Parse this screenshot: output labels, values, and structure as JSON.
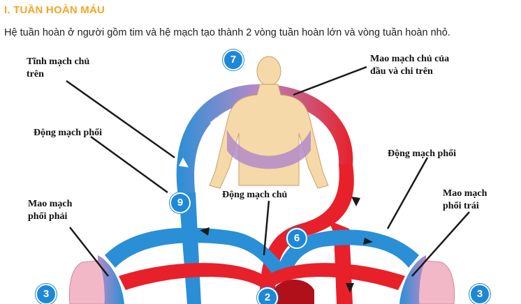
{
  "section": {
    "heading": "I. TUẦN HOÀN MÁU",
    "intro": "Hệ tuần hoàn ở người gồm tim và hệ mạch tạo thành 2 vòng tuần hoàn lớn và vòng tuần hoàn nhỏ."
  },
  "figure": {
    "labels": {
      "tinh_mach_chu_tren_1": "Tĩnh mạch chủ",
      "tinh_mach_chu_tren_2": "trên",
      "mao_mach_dau_1": "Mao mạch chủ của",
      "mao_mach_dau_2": "đầu và chi trên",
      "dong_mach_phoi_left": "Động mạch phổi",
      "dong_mach_phoi_right": "Động mạch phổi",
      "mao_mach_phoi_phai_1": "Mao mạch",
      "mao_mach_phoi_phai_2": "phổi phải",
      "dong_mach_chu": "Động mạch chủ",
      "mao_mach_phoi_trai_1": "Mao mạch",
      "mao_mach_phoi_trai_2": "phổi trái"
    },
    "badges": {
      "b7": "7",
      "b9": "9",
      "b6": "6",
      "b3_left": "3",
      "b3_right": "3",
      "b2": "2"
    },
    "colors": {
      "venous_blue": "#2a8fd6",
      "arterial_red": "#e8202a",
      "skin": "#f6d9a8",
      "lung_pink": "#f2b8c8",
      "capillary_purple": "#b48ac8",
      "badge_blue": "#1e88d8",
      "heading_orange": "#f5a623"
    }
  }
}
